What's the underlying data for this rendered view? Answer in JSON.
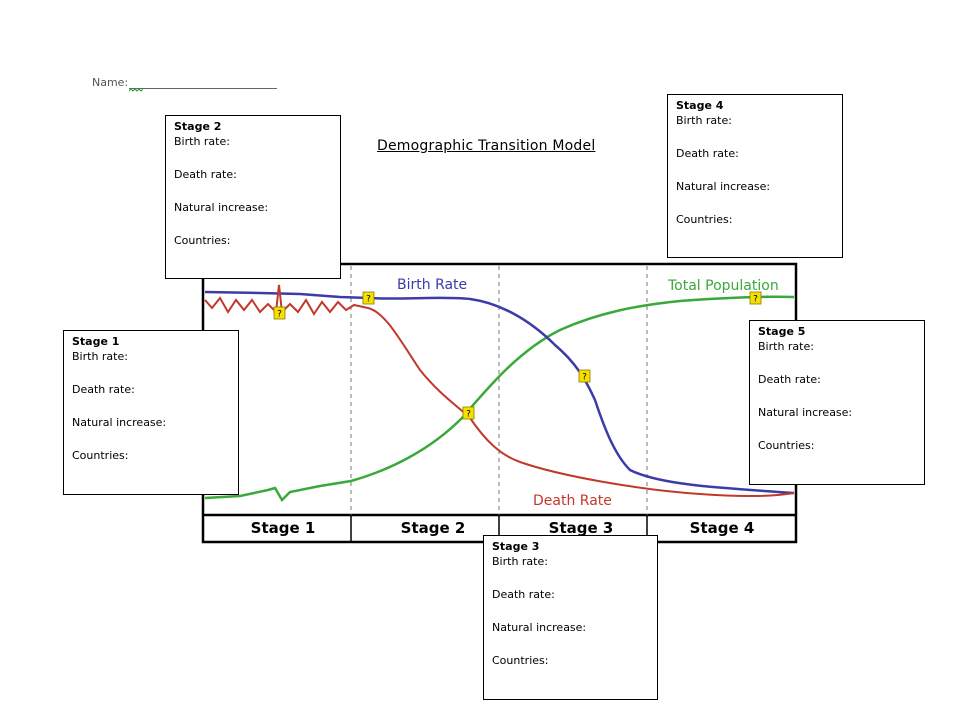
{
  "name_label": "Name:",
  "title": "Demographic Transition Model",
  "chart_data": {
    "type": "line",
    "stages": [
      "Stage 1",
      "Stage 2",
      "Stage 3",
      "Stage 4"
    ],
    "series": [
      {
        "name": "Birth Rate",
        "color": "#3c3ca8"
      },
      {
        "name": "Death Rate",
        "color": "#c0392b"
      },
      {
        "name": "Total Population",
        "color": "#3aa83a"
      }
    ],
    "marker_label": "?"
  },
  "stage_boxes": [
    {
      "id": "s2",
      "heading": "Stage 2",
      "fields": [
        "Birth rate:",
        "Death rate:",
        "Natural increase:",
        "Countries:"
      ]
    },
    {
      "id": "s1",
      "heading": "Stage 1",
      "fields": [
        "Birth rate:",
        "Death rate:",
        "Natural increase:",
        "Countries:"
      ]
    },
    {
      "id": "s4",
      "heading": "Stage 4",
      "fields": [
        "Birth rate:",
        "Death rate:",
        "Natural increase:",
        "Countries:"
      ]
    },
    {
      "id": "s5",
      "heading": "Stage 5",
      "fields": [
        "Birth rate:",
        "Death rate:",
        "Natural increase:",
        "Countries:"
      ]
    },
    {
      "id": "s3",
      "heading": "Stage 3",
      "fields": [
        "Birth rate:",
        "Death rate:",
        "Natural increase:",
        "Countries:"
      ]
    }
  ],
  "colors": {
    "birth": "#3c3ca8",
    "death": "#c0392b",
    "population": "#3aa83a",
    "marker": "#f5e000"
  }
}
